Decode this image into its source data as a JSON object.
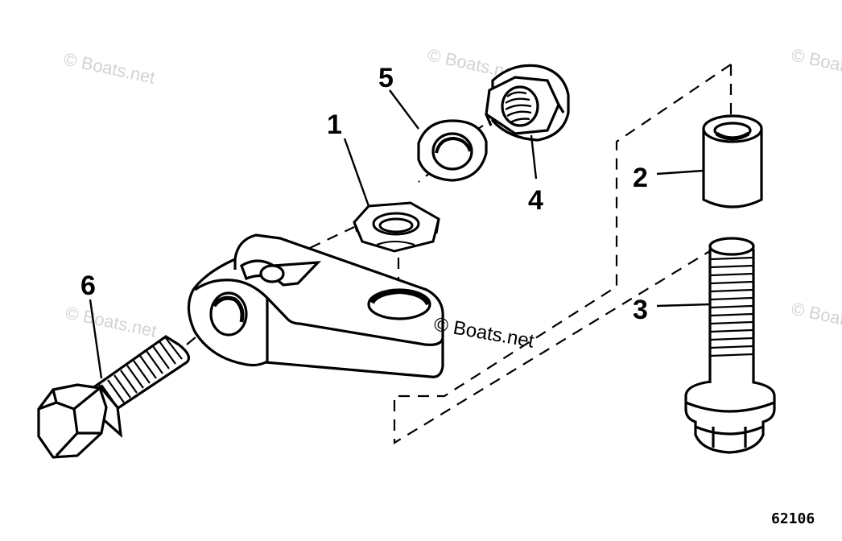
{
  "diagram": {
    "callouts": [
      {
        "id": "1",
        "label": "1"
      },
      {
        "id": "2",
        "label": "2"
      },
      {
        "id": "3",
        "label": "3"
      },
      {
        "id": "4",
        "label": "4"
      },
      {
        "id": "5",
        "label": "5"
      },
      {
        "id": "6",
        "label": "6"
      }
    ],
    "watermark_text": "© Boats.net",
    "figure_number": "62106",
    "colors": {
      "line": "#000000",
      "watermark": "#d2d2d2",
      "background": "#ffffff"
    }
  }
}
